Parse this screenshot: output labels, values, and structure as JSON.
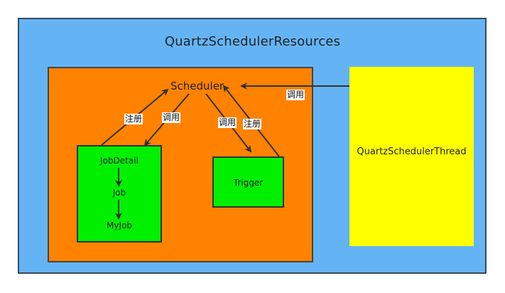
{
  "outer": {
    "title": "QuartzSchedulerResources"
  },
  "scheduler": {
    "label": "Scheduler"
  },
  "yellow": {
    "label": "QuartzSchedulerThread"
  },
  "jobdetail": {
    "label": "JobDetail",
    "job": "Job",
    "myjob": "MyJob"
  },
  "trigger": {
    "label": "Trigger"
  },
  "edges": {
    "register_left": "注册",
    "call_left": "调用",
    "call_right": "调用",
    "register_right": "注册",
    "call_thread": "调用"
  },
  "colors": {
    "outer_fill": "#64b4f5",
    "orange_fill": "#ff8200",
    "yellow_fill": "#ffff00",
    "green_fill": "#00f000",
    "stroke": "#333333"
  }
}
